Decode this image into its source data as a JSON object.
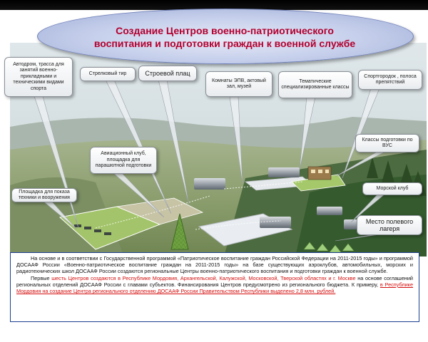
{
  "title": {
    "line1": "Создание Центров военно-патриотического",
    "line2": "воспитания и подготовки граждан к  военной службе"
  },
  "callouts": {
    "autodrom": "Автодром, трасса для занятий военно-прикладными и техническими видами спорта",
    "strelkovy_tir": "Стрелковый тир",
    "stroevoy_plac": "Строевой плац",
    "komnaty_opv": "Комнаты ЭПВ, актовый зал, музей",
    "tematicheskie": "Тематические специализированные классы",
    "sportgorodok": "Спортгородок , полоса препятствий",
    "aviaclub": "Авиационный клуб, площадка для парашютной подготовки",
    "klassy_vus": "Классы подготовки по ВУС",
    "ploshchadka": "Площадка для показа техники и вооружения",
    "morskoy_club": "Морской клуб",
    "mesto_lagerya": "Место полевого лагеря"
  },
  "body": {
    "para1": "На основе и в соответствии с Государственной программой «Патриотическое воспитание граждан Российской Федерации на 2011-2015 годы» и программой ДОСААФ России «Военно-патриотическое  воспитание граждан на 2011-2015 годы» на базе существующих аэроклубов, автомобильных, морских и радиотехнических школ ДОСААФ России создаются региональные Центры военно-патриотического воспитания и подготовки граждан к военной службе.",
    "para2_a": "Первые ",
    "para2_red": "шесть Центров создаются в Республике Мордовия, Архангельской, Калужской, Московской, Тверской областях и г. Москве",
    "para2_b": " на основе соглашений региональных отделений ДОСААФ России с главами субъектов. Финансирования Центров предусмотрено из регионального бюджета. К  примеру, ",
    "para2_link": "в Республике Мордовия на создание Центра регионального отделению ДОСААФ России Правительством  Республики выделено 2,8 млн. рублей."
  },
  "colors": {
    "title_text": "#b3002e",
    "highlight": "#d40d0d",
    "textbox_border": "#1c3f8f",
    "ellipse_fill": "#c3cdea"
  }
}
